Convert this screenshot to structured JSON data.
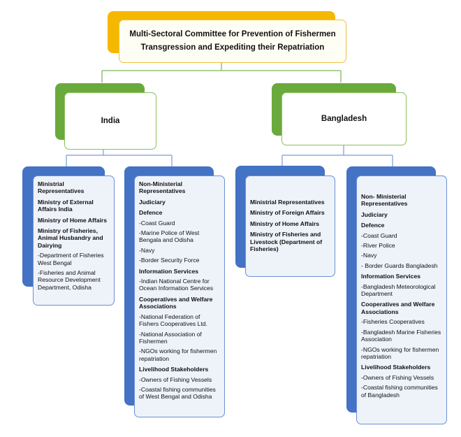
{
  "title": "Multi-Sectoral Committee for Prevention of Fishermen Transgression and Expediting their Repatriation",
  "india": {
    "label": "India",
    "ministerial": {
      "items": [
        {
          "text": "Ministrial Representatives",
          "bold": true
        },
        {
          "text": "Ministry of External Affairs India",
          "bold": true
        },
        {
          "text": "Ministry of Home Affairs",
          "bold": true
        },
        {
          "text": "Ministry of Fisheries, Animal Husbandry and Dairying",
          "bold": true
        },
        {
          "text": "-Department of Fisheries West  Bengal",
          "bold": false
        },
        {
          "text": "-Fisheries and Animal Resource Development Department, Odisha",
          "bold": false
        }
      ]
    },
    "non_ministerial": {
      "items": [
        {
          "text": "Non-Ministerial Representatives",
          "bold": true
        },
        {
          "text": "Judiciary",
          "bold": true
        },
        {
          "text": "Defence",
          "bold": true
        },
        {
          "text": "-Coast Guard",
          "bold": false
        },
        {
          "text": "-Marine Police of West Bengala and Odisha",
          "bold": false
        },
        {
          "text": "-Navy",
          "bold": false
        },
        {
          "text": "-Border Security Force",
          "bold": false
        },
        {
          "text": "Information Services",
          "bold": true
        },
        {
          "text": "-Indian National Centre for Ocean Information Services",
          "bold": false
        },
        {
          "text": "Cooperatives and Welfare Associations",
          "bold": true
        },
        {
          "text": "-National Federation of Fishers Cooperatives Ltd.",
          "bold": false
        },
        {
          "text": "-National Association of Fishermen",
          "bold": false
        },
        {
          "text": "-NGOs working for fishermen repatriation",
          "bold": false
        },
        {
          "text": "Livelihood Stakeholders",
          "bold": true
        },
        {
          "text": "-Owners of Fishing Vessels",
          "bold": false
        },
        {
          "text": "-Coastal fishing communities of West Bengal and Odisha",
          "bold": false
        }
      ]
    }
  },
  "bangladesh": {
    "label": "Bangladesh",
    "ministerial": {
      "items": [
        {
          "text": "Ministrial Representatives",
          "bold": true
        },
        {
          "text": "Ministry of Foreign Affairs",
          "bold": true
        },
        {
          "text": "Ministry of Home Affairs",
          "bold": true
        },
        {
          "text": "Ministry of Fisheries and Livestock (Department of Fisheries)",
          "bold": true
        }
      ]
    },
    "non_ministerial": {
      "items": [
        {
          "text": "Non- Ministerial Representatives",
          "bold": true
        },
        {
          "text": "Judiciary",
          "bold": true
        },
        {
          "text": "Defence",
          "bold": true
        },
        {
          "text": "-Coast Guard",
          "bold": false
        },
        {
          "text": "-River Police",
          "bold": false
        },
        {
          "text": "-Navy",
          "bold": false
        },
        {
          "text": "- Border Guards Bangladesh",
          "bold": false
        },
        {
          "text": "Information Services",
          "bold": true
        },
        {
          "text": "-Bangladesh Meteorological Department",
          "bold": false
        },
        {
          "text": "Cooperatives and Welfare Associations",
          "bold": true
        },
        {
          "text": "-Fisheries Cooperatives",
          "bold": false
        },
        {
          "text": "-Bangladesh Marine Fisheries Association",
          "bold": false
        },
        {
          "text": "-NGOs working for fishermen repatriation",
          "bold": false
        },
        {
          "text": "Livelihood Stakeholders",
          "bold": true
        },
        {
          "text": "-Owners of Fishing Vessels",
          "bold": false
        },
        {
          "text": "-Coastal fishing communities of Bangladesh",
          "bold": false
        }
      ]
    }
  },
  "colors": {
    "title_accent": "#f5b800",
    "country_accent": "#6aaa3c",
    "list_accent": "#4472c4",
    "connector": "#6aaa3c",
    "connector_lower": "#4472c4"
  }
}
